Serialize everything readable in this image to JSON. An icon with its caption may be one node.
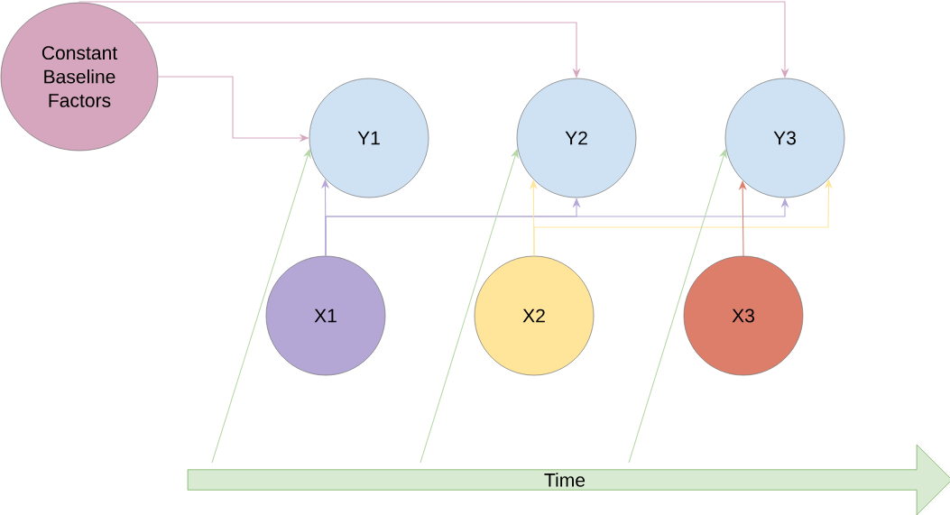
{
  "diagram": {
    "nodes": [
      {
        "text": [
          "Constant Baseline Factors"
        ]
      },
      {
        "text": [
          "Y1"
        ]
      },
      {
        "text": [
          "Y2"
        ]
      },
      {
        "text": [
          "Y3"
        ]
      },
      {
        "text": [
          "X1"
        ]
      },
      {
        "text": [
          "X2"
        ]
      },
      {
        "text": [
          "X3"
        ]
      },
      {
        "text": [
          "Time"
        ]
      }
    ],
    "edges": [
      {
        "from": 0,
        "to": 1,
        "arrow": "to",
        "color": "#d5a6bd"
      },
      {
        "from": 0,
        "to": 2,
        "arrow": "to",
        "color": "#d5a6bd"
      },
      {
        "from": 0,
        "to": 3,
        "arrow": "to",
        "color": "#d5a6bd"
      },
      {
        "from": 4,
        "to": 1,
        "arrow": "to",
        "color": "#b4a7d6"
      },
      {
        "from": 4,
        "to": 2,
        "arrow": "to",
        "color": "#b4a7d6"
      },
      {
        "from": 4,
        "to": 3,
        "arrow": "to",
        "color": "#b4a7d6"
      },
      {
        "from": 5,
        "to": 2,
        "arrow": "to",
        "color": "#ffe599"
      },
      {
        "from": 5,
        "to": 3,
        "arrow": "to",
        "color": "#ffe599"
      },
      {
        "from": 6,
        "to": 3,
        "arrow": "to",
        "color": "#dd7e6b"
      },
      {
        "from": 7,
        "to": 1,
        "arrow": "to",
        "color": "#b6d7a8"
      },
      {
        "from": 7,
        "to": 2,
        "arrow": "to",
        "color": "#b6d7a8"
      },
      {
        "from": 7,
        "to": 3,
        "arrow": "to",
        "color": "#b6d7a8"
      }
    ]
  }
}
